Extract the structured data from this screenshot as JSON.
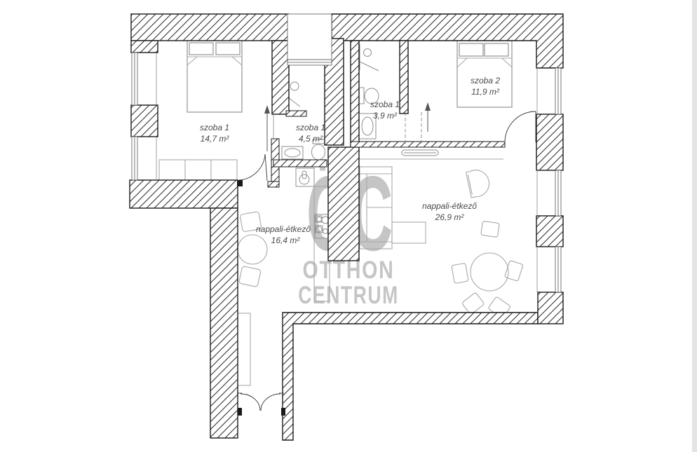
{
  "watermark": {
    "logo": "ÖC",
    "line1": "OTTHON",
    "line2": "CENTRUM"
  },
  "rooms": [
    {
      "name": "szoba 1",
      "area": "14,7 m²"
    },
    {
      "name": "szoba 1",
      "area": "4,5 m²"
    },
    {
      "name": "szoba 1",
      "area": "3,9 m²"
    },
    {
      "name": "szoba 2",
      "area": "11,9 m²"
    },
    {
      "name": "nappali-étkező",
      "area": "16,4 m²"
    },
    {
      "name": "nappali-étkező",
      "area": "26,9 m²"
    }
  ],
  "colors": {
    "background": "#ffffff",
    "wall_line": "#1a1a1a",
    "furniture": "#a8a8a8",
    "label": "#4a4a4a",
    "watermark": "#c5c5c5",
    "scroll_strip": "#e4e4e4"
  }
}
